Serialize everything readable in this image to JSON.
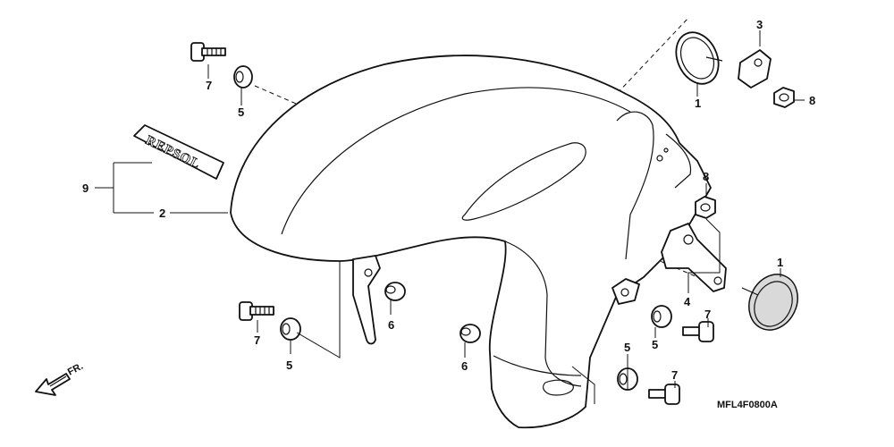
{
  "callouts": {
    "c1_top": "1",
    "c1_right": "1",
    "c2": "2",
    "c3": "3",
    "c4": "4",
    "c5_top": "5",
    "c5_left": "5",
    "c5_mid": "5",
    "c5_bottom": "5",
    "c6_left": "6",
    "c6_mid": "6",
    "c7_top": "7",
    "c7_left": "7",
    "c7_right": "7",
    "c7_bottom": "7",
    "c8_top": "8",
    "c8_mid": "8",
    "c9": "9"
  },
  "emblem_text": "REPSOL",
  "direction_label": "FR.",
  "diagram_code": "MFL4F0800A"
}
